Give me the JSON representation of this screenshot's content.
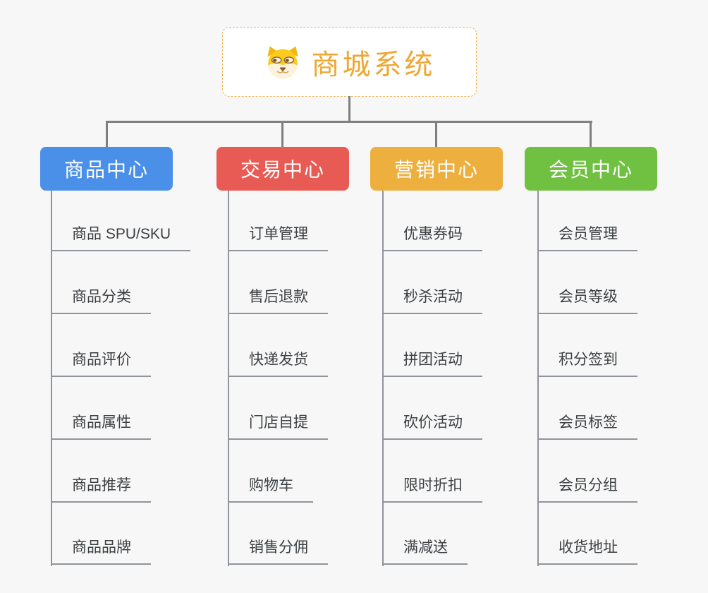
{
  "root": {
    "title": "商城系统",
    "title_color": "#efa733",
    "border_color": "#f0b14e",
    "icon": "dog-face-icon"
  },
  "connector_color": "#7f7f7f",
  "leaf_line_color": "#90959b",
  "background_color": "#f7f7f7",
  "branches": [
    {
      "label": "商品中心",
      "color": "#4b90e8",
      "children": [
        "商品 SPU/SKU",
        "商品分类",
        "商品评价",
        "商品属性",
        "商品推荐",
        "商品品牌"
      ]
    },
    {
      "label": "交易中心",
      "color": "#e85b55",
      "children": [
        "订单管理",
        "售后退款",
        "快递发货",
        "门店自提",
        "购物车",
        "销售分佣"
      ]
    },
    {
      "label": "营销中心",
      "color": "#edaf3e",
      "children": [
        "优惠券码",
        "秒杀活动",
        "拼团活动",
        "砍价活动",
        "限时折扣",
        "满减送"
      ]
    },
    {
      "label": "会员中心",
      "color": "#70c041",
      "children": [
        "会员管理",
        "会员等级",
        "积分签到",
        "会员标签",
        "会员分组",
        "收货地址"
      ]
    }
  ]
}
